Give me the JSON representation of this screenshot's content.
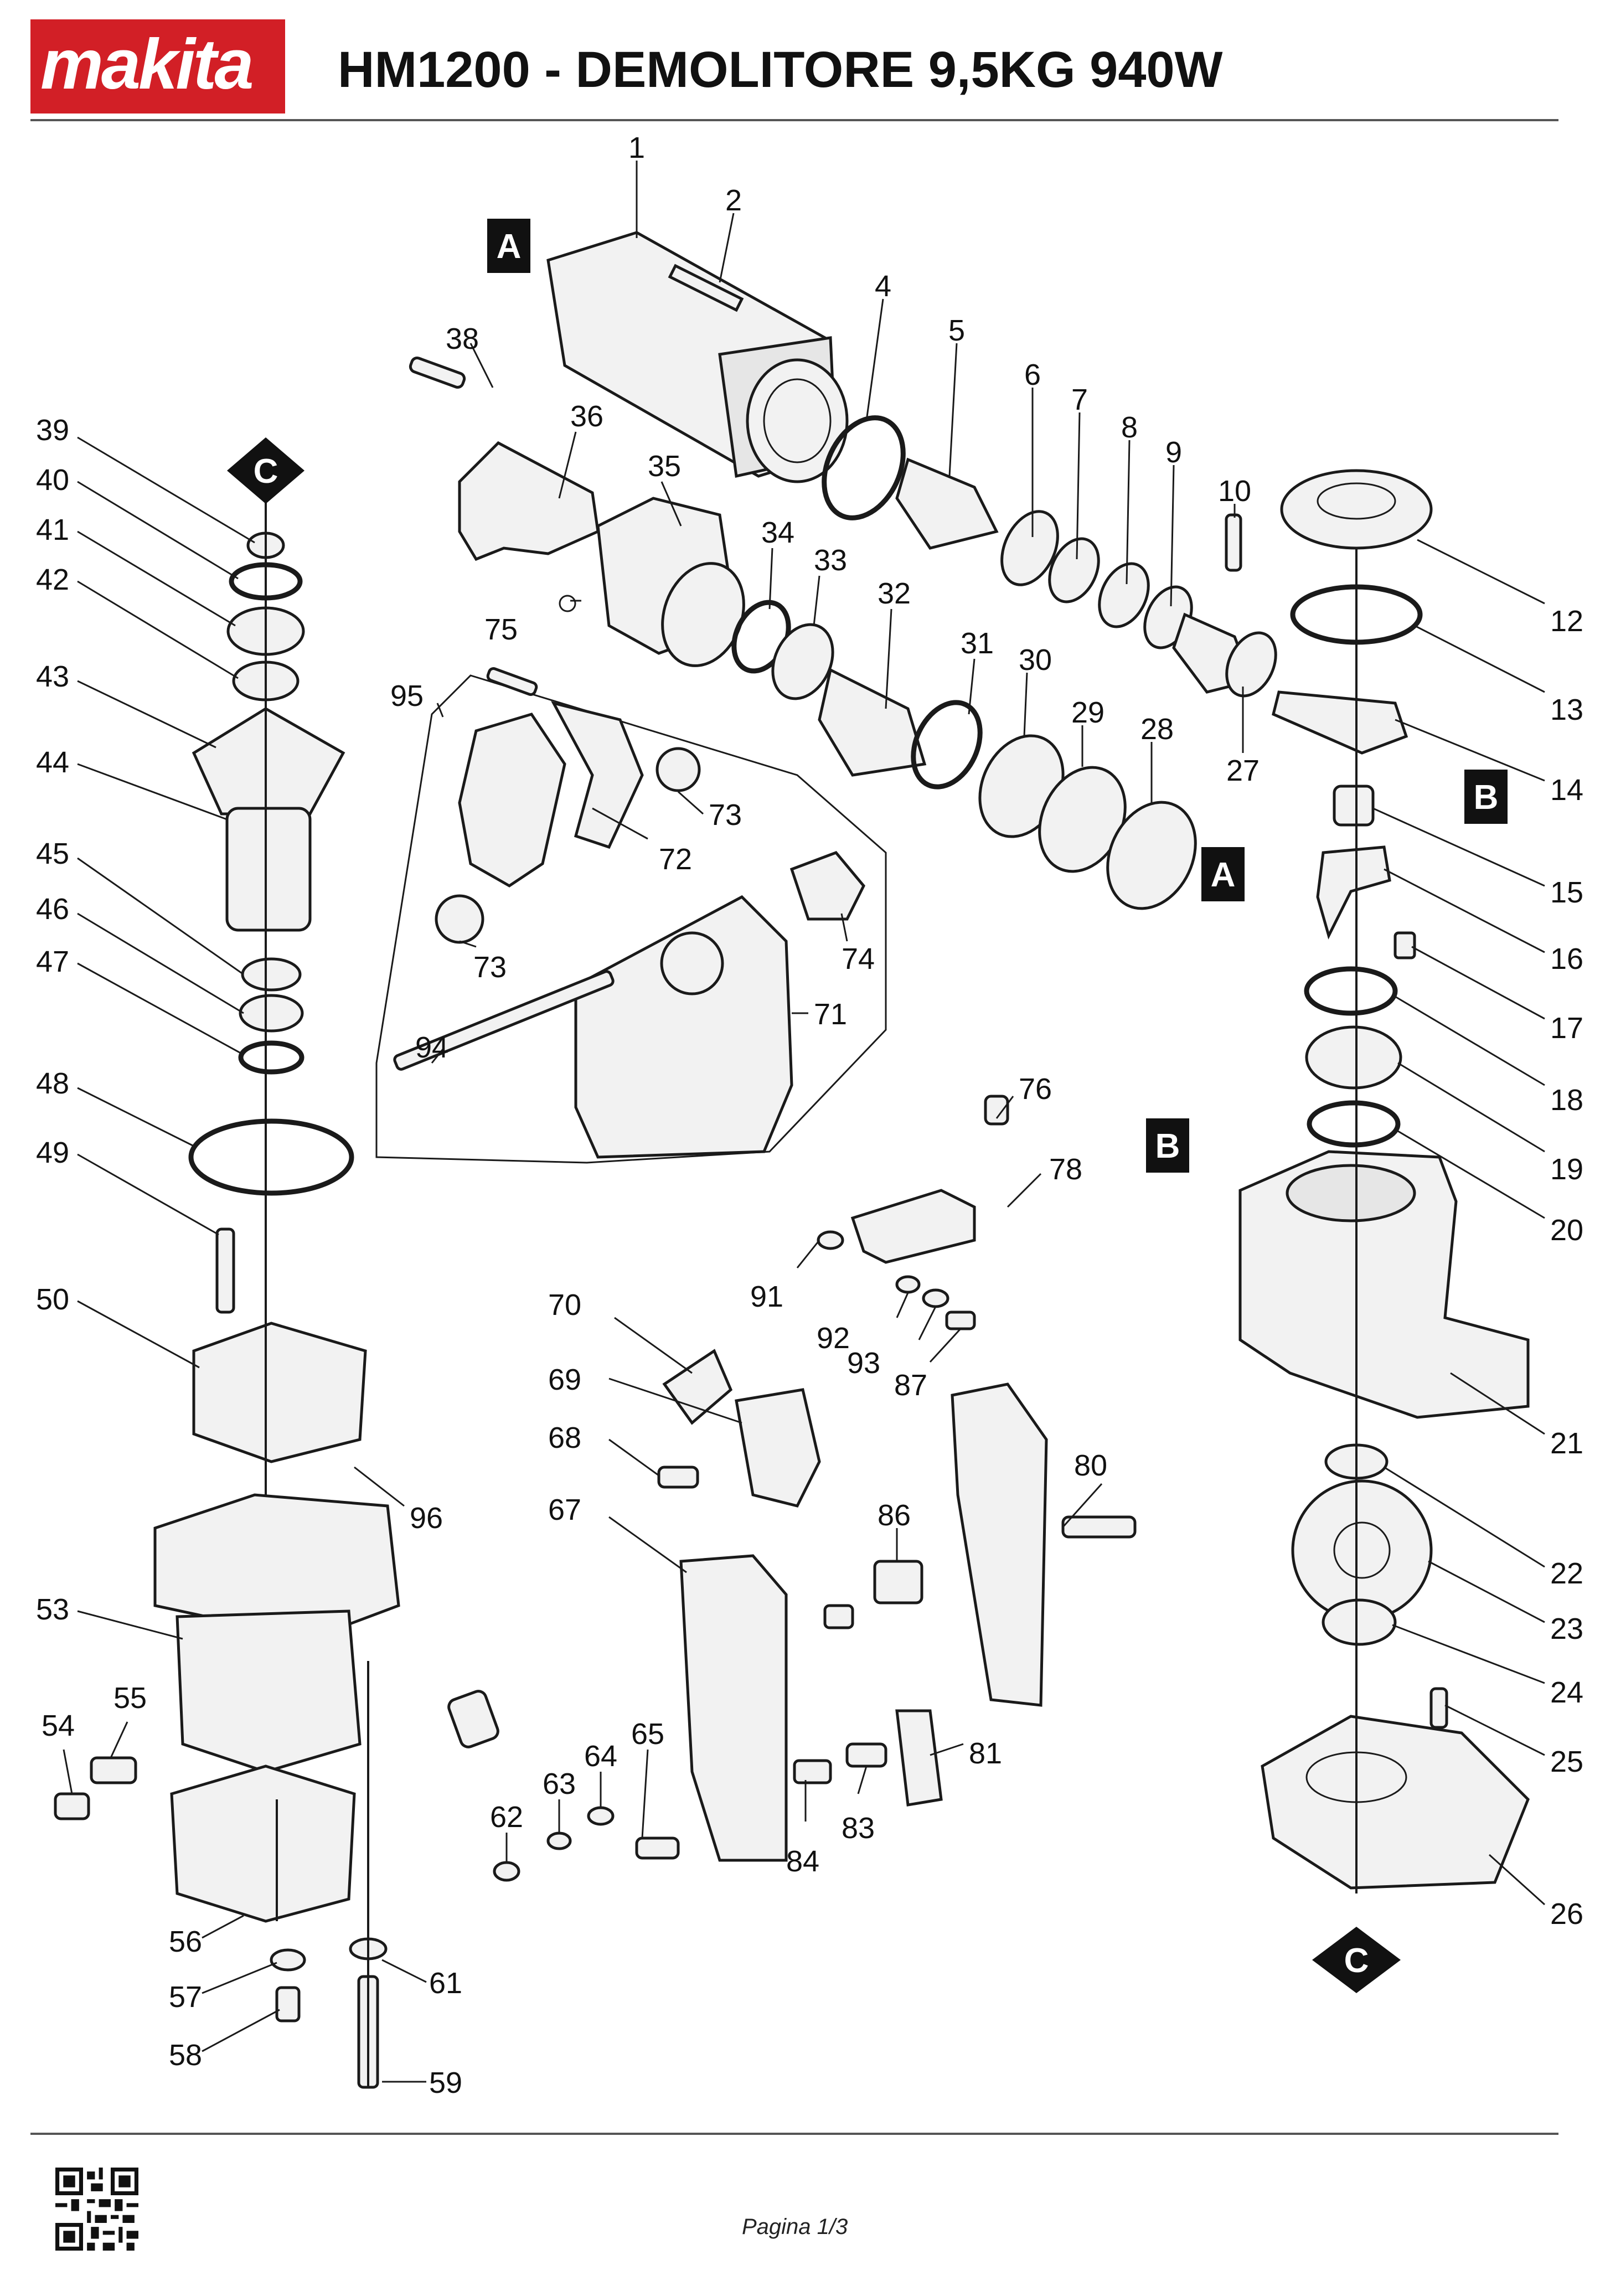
{
  "header": {
    "brand": "makita",
    "title": "HM1200 - DEMOLITORE 9,5KG 940W"
  },
  "footer": {
    "page": "Pagina 1/3"
  },
  "diagram": {
    "section_markers": [
      "A",
      "A",
      "B",
      "B",
      "C",
      "C"
    ],
    "part_numbers": [
      "1",
      "2",
      "4",
      "5",
      "6",
      "7",
      "8",
      "9",
      "10",
      "12",
      "13",
      "14",
      "15",
      "16",
      "17",
      "18",
      "19",
      "20",
      "21",
      "22",
      "23",
      "24",
      "25",
      "26",
      "27",
      "28",
      "29",
      "30",
      "31",
      "32",
      "33",
      "34",
      "35",
      "36",
      "38",
      "39",
      "40",
      "41",
      "42",
      "43",
      "44",
      "45",
      "46",
      "47",
      "48",
      "49",
      "50",
      "53",
      "54",
      "55",
      "56",
      "57",
      "58",
      "59",
      "61",
      "62",
      "63",
      "64",
      "65",
      "67",
      "68",
      "69",
      "70",
      "71",
      "72",
      "73",
      "73",
      "74",
      "75",
      "76",
      "78",
      "80",
      "81",
      "83",
      "84",
      "86",
      "87",
      "91",
      "92",
      "93",
      "94",
      "95",
      "96"
    ]
  },
  "colors": {
    "brand_red": "#d21f26",
    "line": "#1a1a1a"
  }
}
